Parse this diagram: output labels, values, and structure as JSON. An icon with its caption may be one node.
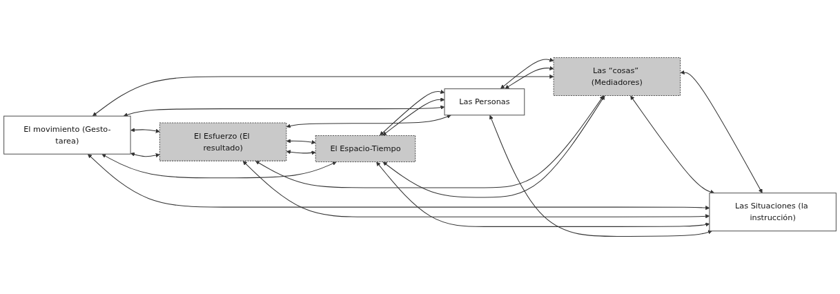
{
  "diagram": {
    "nodes": [
      {
        "text": [
          "El movimiento (Gesto-tarea)"
        ]
      },
      {
        "text": [
          "El Esfuerzo (El resultado)"
        ]
      },
      {
        "text": [
          "El Espacio-Tiempo"
        ]
      },
      {
        "text": [
          "Las Personas"
        ]
      },
      {
        "text": [
          "Las “cosas” (Mediadores)"
        ]
      },
      {
        "text": [
          "Las Situaciones (la instrucción)"
        ]
      }
    ],
    "edges": [
      {
        "from": 0,
        "to": 1,
        "arrow": "both"
      },
      {
        "from": 0,
        "to": 1,
        "arrow": "both"
      },
      {
        "from": 1,
        "to": 2,
        "arrow": "both"
      },
      {
        "from": 1,
        "to": 2,
        "arrow": "both"
      },
      {
        "from": 2,
        "to": 3,
        "arrow": "both"
      },
      {
        "from": 2,
        "to": 3,
        "arrow": "both"
      },
      {
        "from": 3,
        "to": 4,
        "arrow": "both"
      },
      {
        "from": 3,
        "to": 4,
        "arrow": "both"
      },
      {
        "from": 4,
        "to": 5,
        "arrow": "both"
      },
      {
        "from": 4,
        "to": 5,
        "arrow": "both"
      },
      {
        "from": 0,
        "to": 5,
        "arrow": "both"
      },
      {
        "from": 0,
        "to": 4,
        "arrow": "both"
      },
      {
        "from": 0,
        "to": 3,
        "arrow": "both"
      },
      {
        "from": 0,
        "to": 2,
        "arrow": "both"
      },
      {
        "from": 1,
        "to": 5,
        "arrow": "both"
      },
      {
        "from": 1,
        "to": 4,
        "arrow": "both"
      },
      {
        "from": 1,
        "to": 3,
        "arrow": "both"
      },
      {
        "from": 2,
        "to": 5,
        "arrow": "both"
      },
      {
        "from": 2,
        "to": 4,
        "arrow": "both"
      },
      {
        "from": 3,
        "to": 5,
        "arrow": "both"
      }
    ]
  }
}
